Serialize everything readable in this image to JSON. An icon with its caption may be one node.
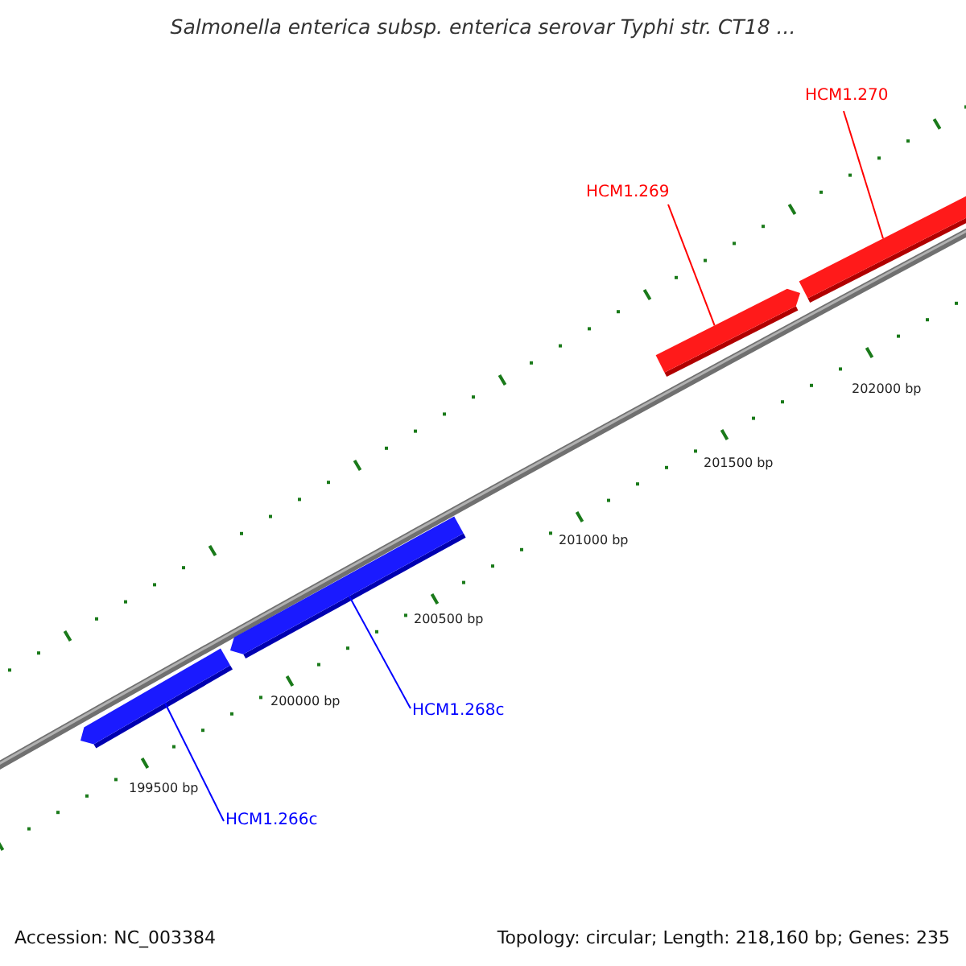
{
  "diagram": {
    "title": "Salmonella enterica subsp. enterica serovar Typhi str. CT18 ...",
    "nodes": [
      {
        "text": [
          "HCM1.270"
        ]
      },
      {
        "text": [
          "HCM1.269"
        ]
      },
      {
        "text": [
          "HCM1.268c"
        ]
      },
      {
        "text": [
          "HCM1.266c"
        ]
      },
      {
        "text": [],
        "shape": "bar"
      },
      {
        "text": [],
        "shape": "bar"
      },
      {
        "text": [],
        "shape": "bar"
      },
      {
        "text": [],
        "shape": "bar"
      }
    ],
    "edges": [
      {
        "from": 0,
        "to": 7,
        "arrow": "none",
        "color": "#ff0000"
      },
      {
        "from": 1,
        "to": 6,
        "arrow": "none",
        "color": "#ff0000"
      },
      {
        "from": 2,
        "to": 5,
        "arrow": "none",
        "color": "#0000ff"
      },
      {
        "from": 3,
        "to": 4,
        "arrow": "none",
        "color": "#0000ff"
      }
    ],
    "labels": [
      "202000 bp",
      "201500 bp",
      "201000 bp",
      "200500 bp",
      "200000 bp",
      "199500 bp",
      "Accession: NC_003384",
      "Topology: circular; Length: 218,160 bp; Genes: 235"
    ]
  }
}
